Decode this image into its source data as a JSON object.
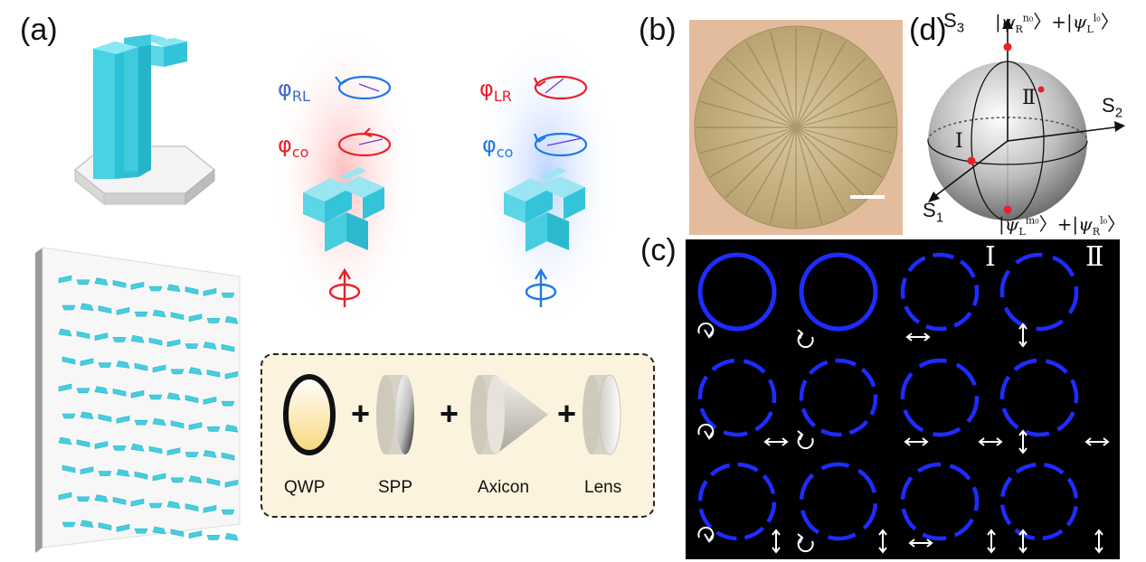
{
  "panels": {
    "a": "(a)",
    "b": "(b)",
    "c": "(c)",
    "d": "(d)"
  },
  "phase_labels": {
    "rl_base": "φ",
    "rl_sub": "RL",
    "co_base": "φ",
    "co_sub": "co",
    "lr_base": "φ",
    "lr_sub": "LR",
    "co2_base": "φ",
    "co2_sub": "co"
  },
  "elements": [
    {
      "label": "QWP"
    },
    {
      "label": "SPP"
    },
    {
      "label": "Axicon"
    },
    {
      "label": "Lens"
    }
  ],
  "plus_sign": "+",
  "sphere": {
    "s1": "S",
    "s1_sub": "1",
    "s2": "S",
    "s2_sub": "2",
    "s3": "S",
    "s3_sub": "3",
    "point_I": "Ⅰ",
    "point_II": "Ⅱ",
    "top_ket": {
      "psi": "ψ",
      "a_sub": "R",
      "a_sup": "n₀",
      "b_sub": "L",
      "b_sup": "l₀",
      "plus": "+"
    },
    "bottom_ket": {
      "psi": "ψ",
      "a_sub": "L",
      "a_sup": "m₀",
      "b_sub": "R",
      "b_sup": "l₀",
      "plus": "+"
    }
  },
  "grid_labels": {
    "I": "Ⅰ",
    "II": "Ⅱ"
  },
  "colors": {
    "pillar": "#44ccde",
    "red": "#e8202a",
    "blue": "#1f78e8",
    "ring": "#1e2cff",
    "panel_bg": "#fbf3dd"
  }
}
